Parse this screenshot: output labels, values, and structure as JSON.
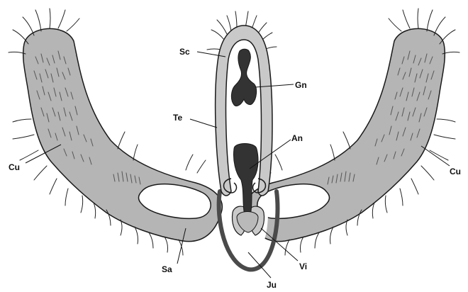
{
  "figure": {
    "labels": {
      "sc": "Sc",
      "gn": "Gn",
      "te": "Te",
      "an": "An",
      "cu_left": "Cu",
      "cu_right": "Cu",
      "sa": "Sa",
      "ju": "Ju",
      "vi": "Vi"
    },
    "colors": {
      "valva_fill": "#b5b5b5",
      "tegumen_fill": "#c9c9c9",
      "dark_structure": "#333333",
      "juxta_outline": "#4a4a4a",
      "outline": "#1a1a1a",
      "background": "#ffffff"
    }
  }
}
